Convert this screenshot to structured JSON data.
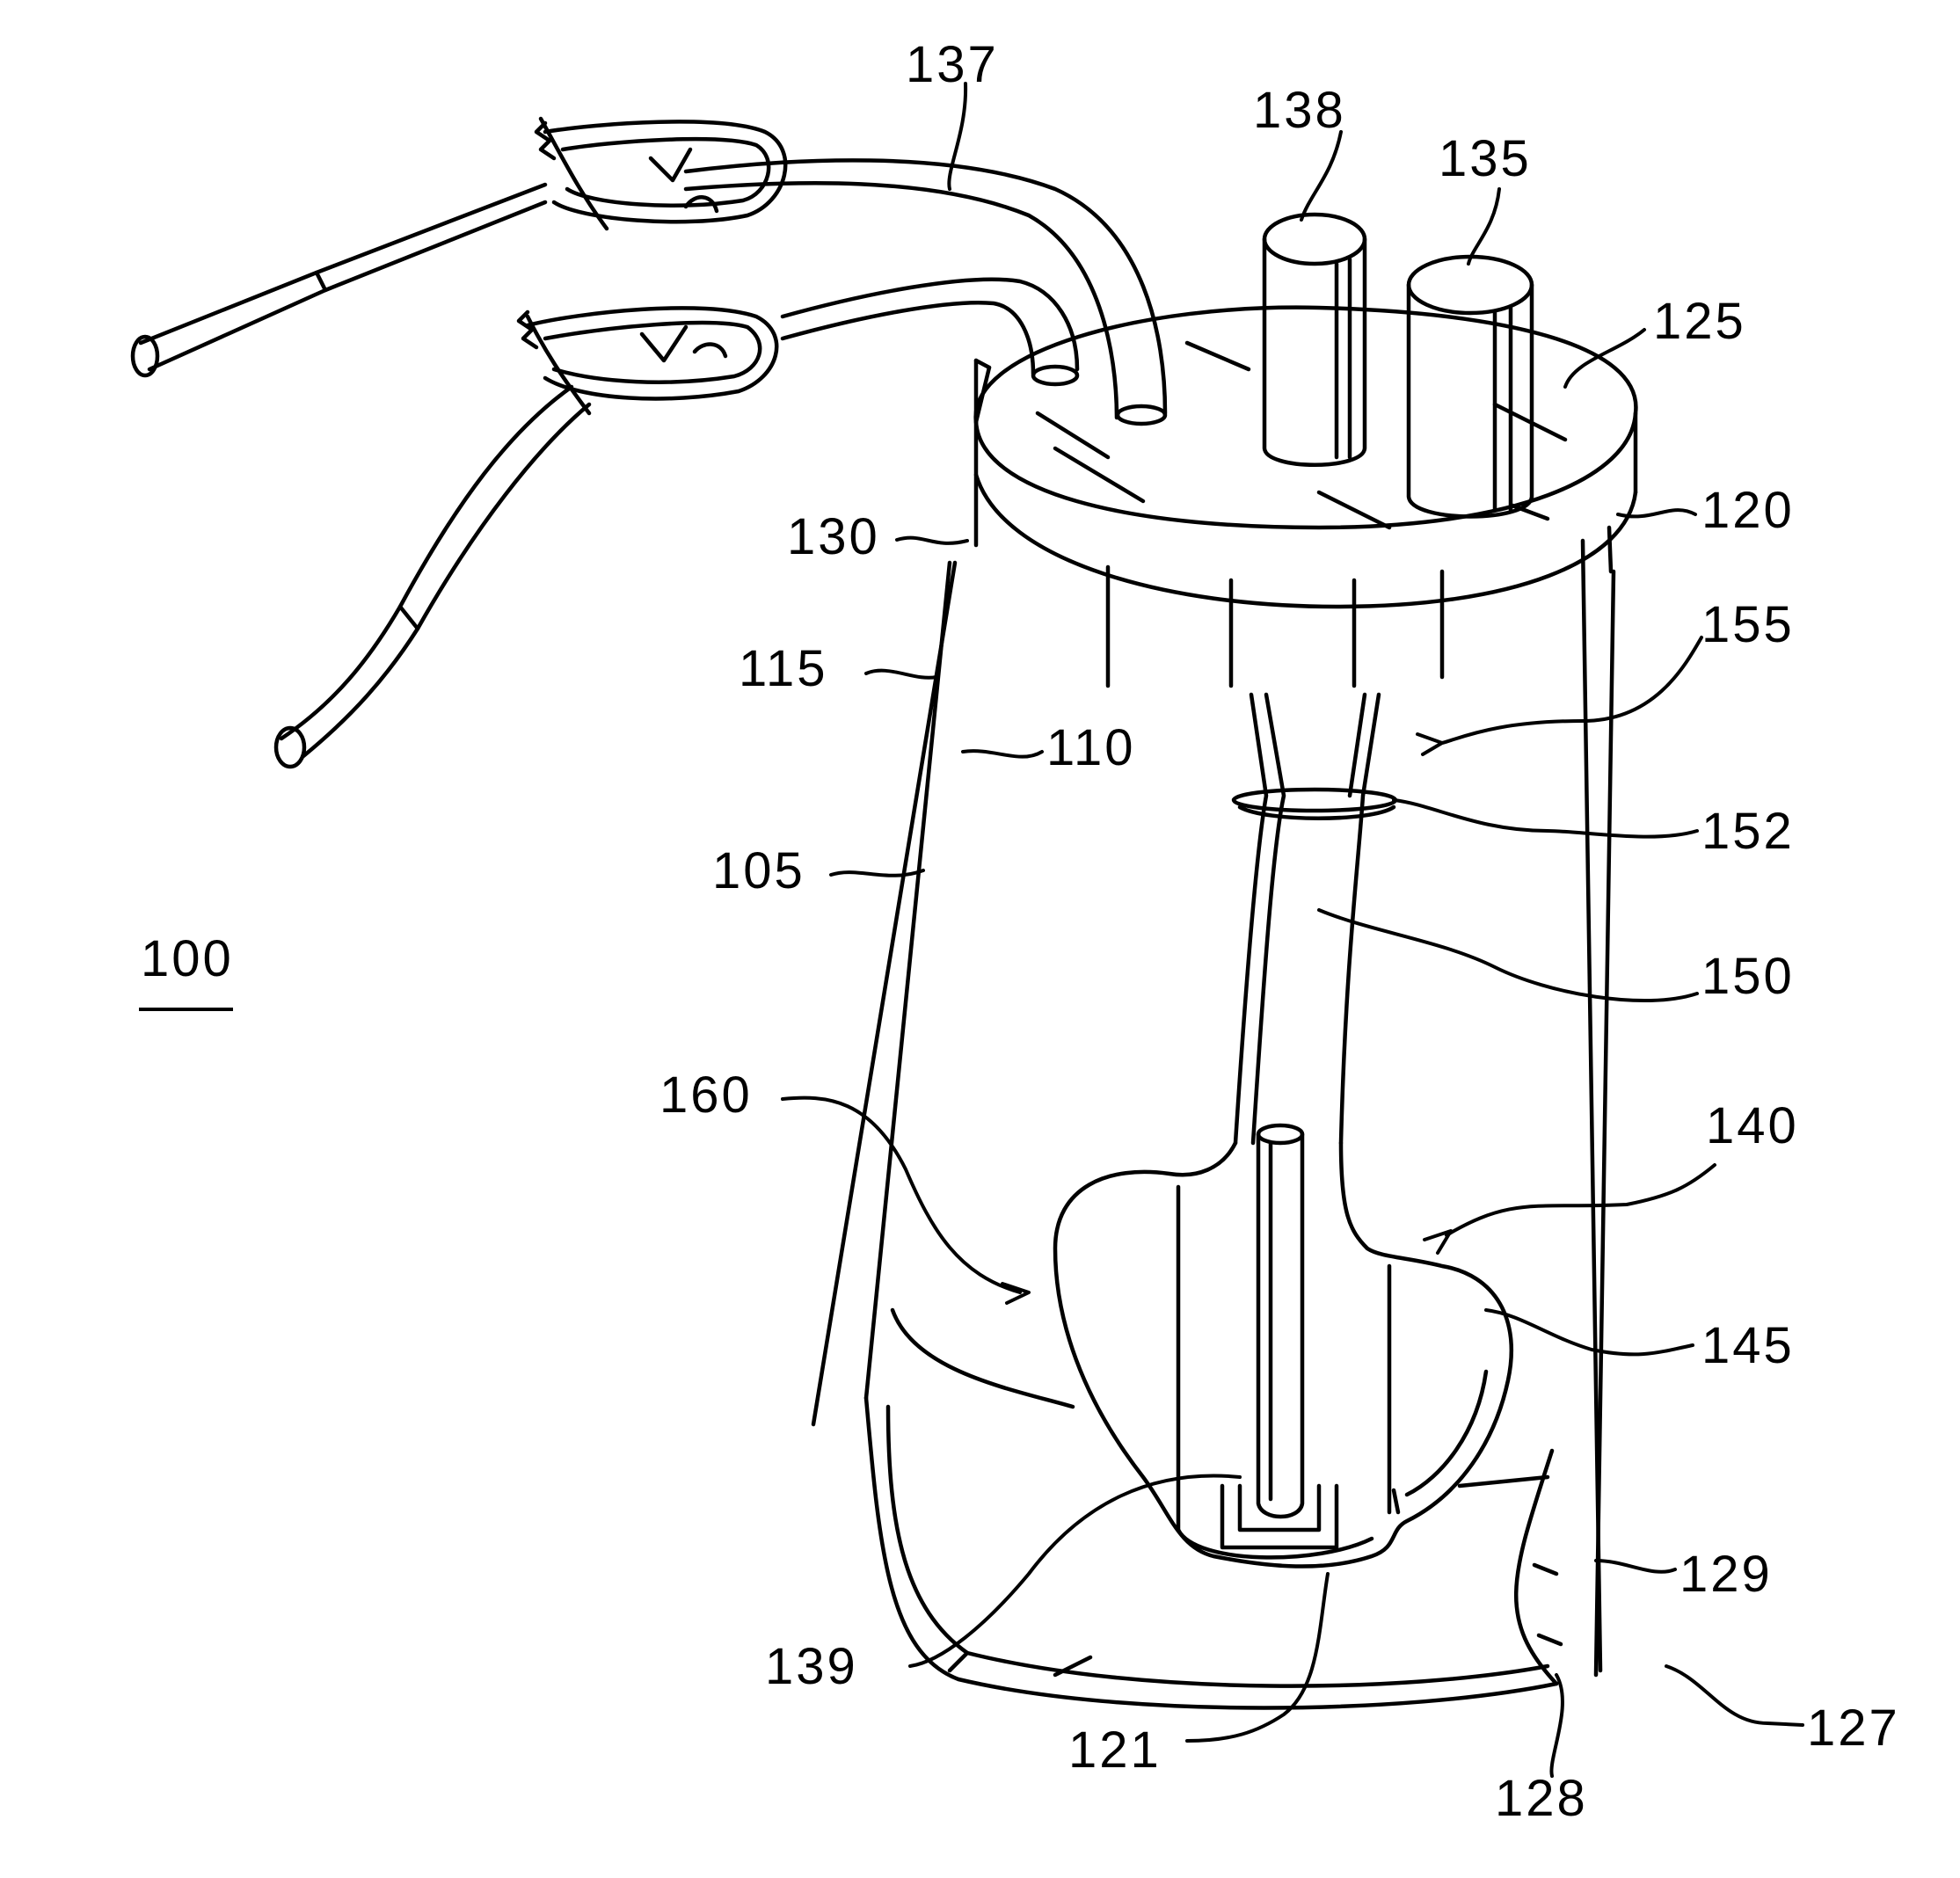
{
  "figure": {
    "figure_number": "100",
    "ink_color": "#000000",
    "background_color": "#ffffff",
    "reference_numerals": {
      "ref_137": "137",
      "ref_138": "138",
      "ref_135": "135",
      "ref_125": "125",
      "ref_120": "120",
      "ref_130": "130",
      "ref_155": "155",
      "ref_115": "115",
      "ref_110": "110",
      "ref_152": "152",
      "ref_105": "105",
      "ref_150": "150",
      "ref_160": "160",
      "ref_140": "140",
      "ref_145": "145",
      "ref_129": "129",
      "ref_139": "139",
      "ref_127": "127",
      "ref_121": "121",
      "ref_128": "128"
    }
  }
}
